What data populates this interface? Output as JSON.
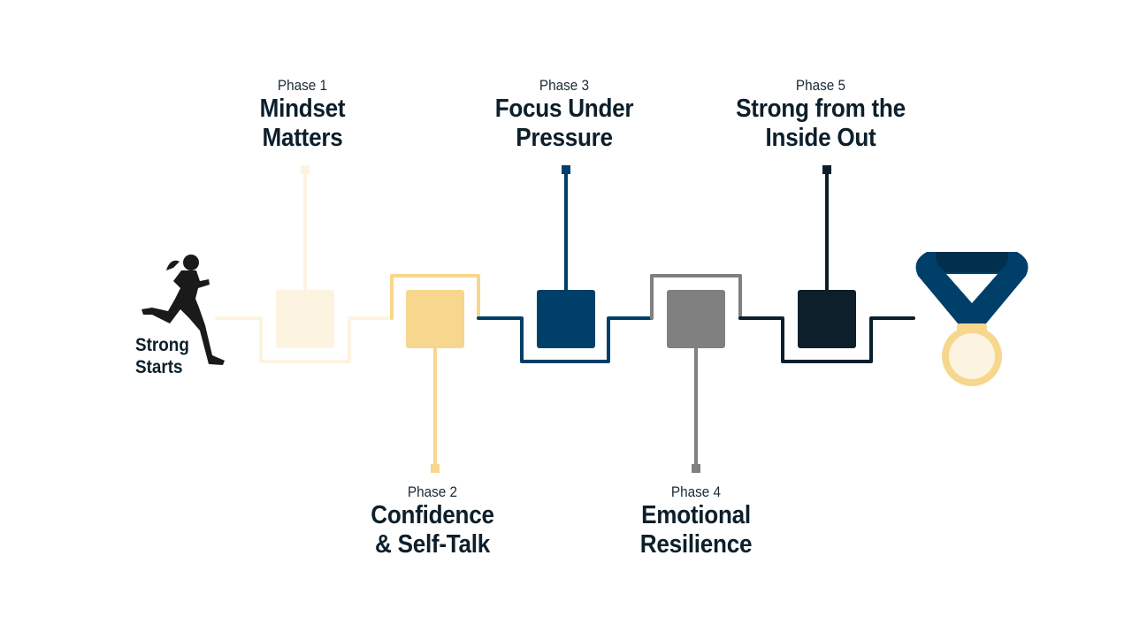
{
  "start": {
    "label_line1": "Strong",
    "label_line2": "Starts",
    "icon": "runner-icon"
  },
  "finish": {
    "icon": "medal-icon"
  },
  "phases": [
    {
      "phase": "Phase 1",
      "title_line1": "Mindset",
      "title_line2": "Matters",
      "color": "#fdf3e1"
    },
    {
      "phase": "Phase 2",
      "title_line1": "Confidence",
      "title_line2": "& Self-Talk",
      "color": "#f7d78e"
    },
    {
      "phase": "Phase 3",
      "title_line1": "Focus Under",
      "title_line2": "Pressure",
      "color": "#003f6a"
    },
    {
      "phase": "Phase 4",
      "title_line1": "Emotional",
      "title_line2": "Resilience",
      "color": "#808080"
    },
    {
      "phase": "Phase 5",
      "title_line1": "Strong from the",
      "title_line2": "Inside Out",
      "color": "#0c1f2b"
    }
  ]
}
